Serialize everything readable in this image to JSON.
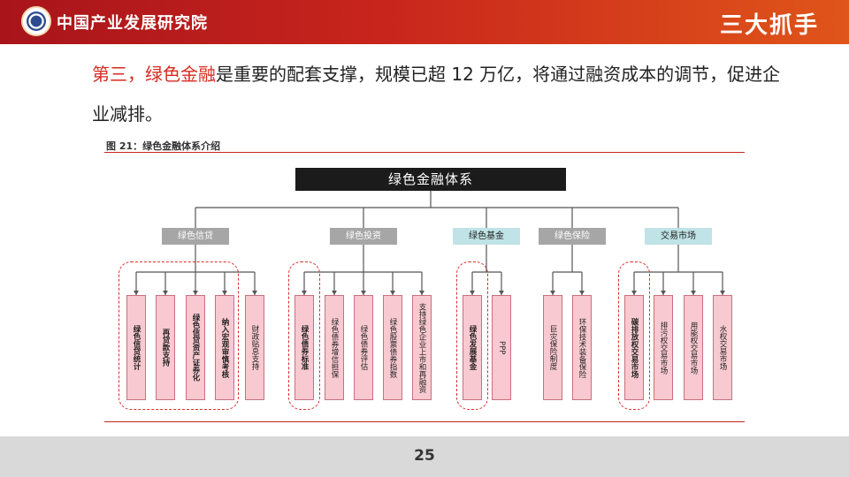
{
  "header": {
    "org_name": "中国产业发展研究院",
    "topic": "三大抓手"
  },
  "lead": {
    "highlight": "第三，绿色金融",
    "text": "是重要的配套支撑，规模已超 12 万亿，将通过融资成本的调节，促进企业减排。"
  },
  "figure": {
    "caption": "图 21：绿色金融体系介绍",
    "root": "绿色金融体系",
    "categories": [
      "绿色信贷",
      "绿色投资",
      "绿色基金",
      "绿色保险",
      "交易市场"
    ],
    "leaves": [
      "绿色信贷统计",
      "再贷款支持",
      "绿色信贷资产证券化",
      "纳入宏观审慎考核",
      "财政贴息支持",
      "绿色债券标准",
      "绿色债券增信担保",
      "绿色债券评估",
      "绿色股票债券指数",
      "支持绿色企业上市和再融资",
      "绿色发展基金",
      "PPP",
      "巨灾保险制度",
      "环保技术装备保险",
      "碳排放权交易市场",
      "排污权交易市场",
      "用能权交易市场",
      "水权交易市场"
    ]
  },
  "footer": {
    "page_number": "25"
  },
  "colors": {
    "header_red": "#c8251c",
    "accent_red": "#d62b1f",
    "leaf_pink": "#f8c9d0",
    "category_grey": "#a6a6a6",
    "category_teal": "#bfe3e6"
  }
}
